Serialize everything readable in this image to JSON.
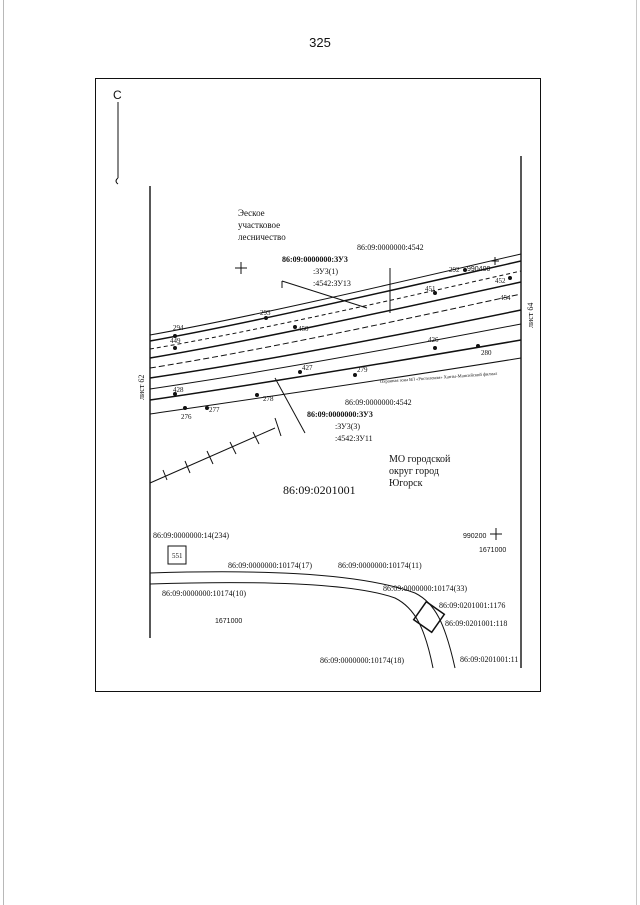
{
  "page_number": "325",
  "north_label": "С",
  "labels": {
    "forestry_line1": "Эеское",
    "forestry_line2": "участковое",
    "forestry_line3": "лесничество",
    "parcel_4542_top": "86:09:0000000:4542",
    "zu3_line1": "86:09:0000000:ЗУ3",
    "zu3_line2": ":ЗУ3(1)",
    "zu3_line3": ":4542:ЗУ13",
    "zu3b_line1": "86:09:0000000:ЗУ3",
    "zu3b_line2": ":ЗУ3(3)",
    "zu3b_line3": ":4542:ЗУ11",
    "parcel_4542_mid": "86:09:0000000:4542",
    "mo_line1": "МО городской",
    "mo_line2": "округ город",
    "mo_line3": "Югорск",
    "quarter": "86:09:0201001",
    "parcel_14": "86:09:0000000:14(234)",
    "parcel_10174_17": "86:09:0000000:10174(17)",
    "parcel_10174_11": "86:09:0000000:10174(11)",
    "parcel_10174_10": "86:09:0000000:10174(10)",
    "parcel_10174_33": "86:09:0000000:10174(33)",
    "parcel_1176": "86:09:0201001:1176",
    "parcel_118": "86:09:0201001:118",
    "parcel_10174_18": "86:09:0000000:10174(18)",
    "parcel_11_cut": "86:09:0201001:11",
    "grid_990400": "990400",
    "grid_990200": "990200",
    "grid_1671000_right": "1671000",
    "grid_1671000_left": "1671000",
    "sheet_62": "лист 62",
    "sheet_64": "лист 64",
    "building_551": "551",
    "corridor_note": "Охранная зона ВЛ «Ростелеком» Ханты-Мансийский филиал"
  },
  "points": [
    "292",
    "452",
    "451",
    "293",
    "294",
    "450",
    "449",
    "426",
    "280",
    "427",
    "279",
    "428",
    "276",
    "277",
    "278",
    "454"
  ]
}
